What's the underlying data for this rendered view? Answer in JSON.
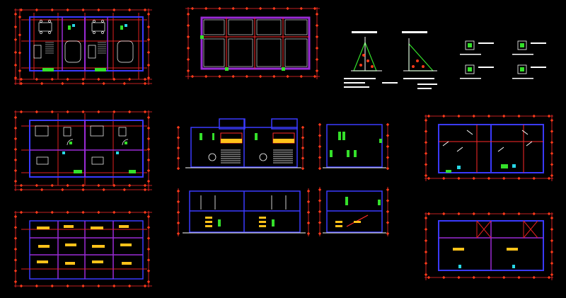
{
  "canvas": {
    "background": "#000000"
  },
  "palette": {
    "dimension": "#ff2a2a",
    "marker": "#ff3a1a",
    "wall": "#3a3aff",
    "inner_wall": "#9a2bd6",
    "axis_line": "#e02020",
    "beam_label": "#ffc21a",
    "furniture": "#ffffff",
    "cyan_element": "#28d7e6",
    "green_element": "#34e02a",
    "text": "#ffffff"
  },
  "sheets": [
    {
      "id": "ground-floor-plan",
      "kind": "floor-plan"
    },
    {
      "id": "foundation-plan",
      "kind": "structural-plan"
    },
    {
      "id": "construction-details",
      "kind": "details"
    },
    {
      "id": "upper-floor-plan",
      "kind": "floor-plan"
    },
    {
      "id": "front-elevation",
      "kind": "elevation"
    },
    {
      "id": "side-elevation",
      "kind": "elevation"
    },
    {
      "id": "roof-plan",
      "kind": "roof-plan"
    },
    {
      "id": "slab-plan",
      "kind": "structural-plan"
    },
    {
      "id": "longitudinal-section",
      "kind": "section"
    },
    {
      "id": "transverse-section",
      "kind": "section"
    },
    {
      "id": "roof-structure-plan",
      "kind": "structural-plan"
    }
  ]
}
